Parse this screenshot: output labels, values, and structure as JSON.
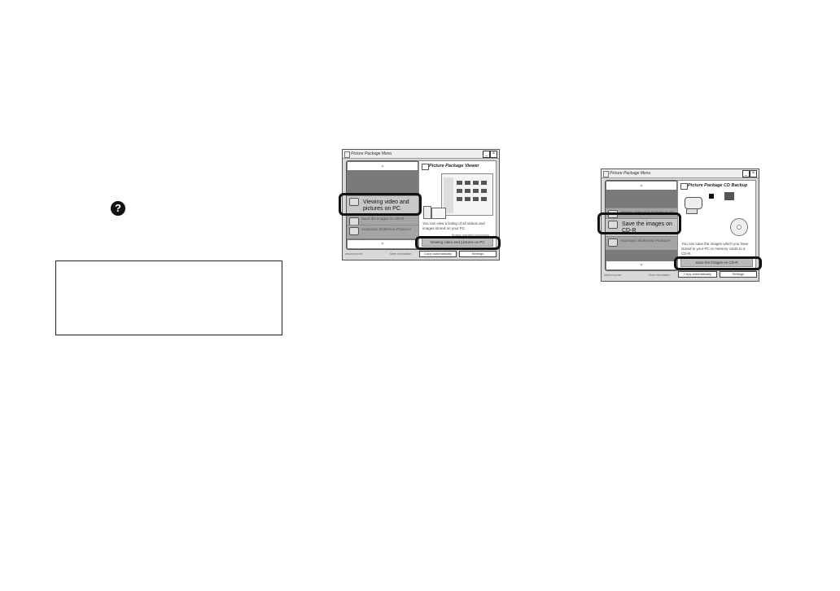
{
  "help_icon": "question-mark-icon",
  "win1": {
    "title": "Picture Package Menu",
    "minimize": "_",
    "close": "×",
    "up": "▵",
    "down": "▿",
    "items": [
      "Viewing video and pictures on PC",
      "Save the images on CD-R",
      "Automatic Slideshow Producer"
    ],
    "panel_title": "Picture Package Viewer",
    "description": "You can view a listing of all videos and images stored on your PC.",
    "instructions": "Browse operating instructions",
    "action": "Viewing video and pictures on PC",
    "footer_left": "www.sony.net",
    "footer_mid": "More information",
    "copy": "Copy automatically",
    "settings": "Settings"
  },
  "win2": {
    "title": "Picture Package Menu",
    "minimize": "_",
    "close": "×",
    "up": "▵",
    "down": "▿",
    "items": [
      "Viewing video and pictures on PC",
      "Save the images on CD-R",
      "Automatic Slideshow Producer"
    ],
    "panel_title": "Picture Package CD Backup",
    "description": "You can save the images which you have stored in your PC or memory cards to a CD-R.",
    "action": "Save the images on CD-R",
    "footer_left": "www.sony.net",
    "footer_mid": "More information",
    "copy": "Copy automatically",
    "settings": "Settings"
  }
}
